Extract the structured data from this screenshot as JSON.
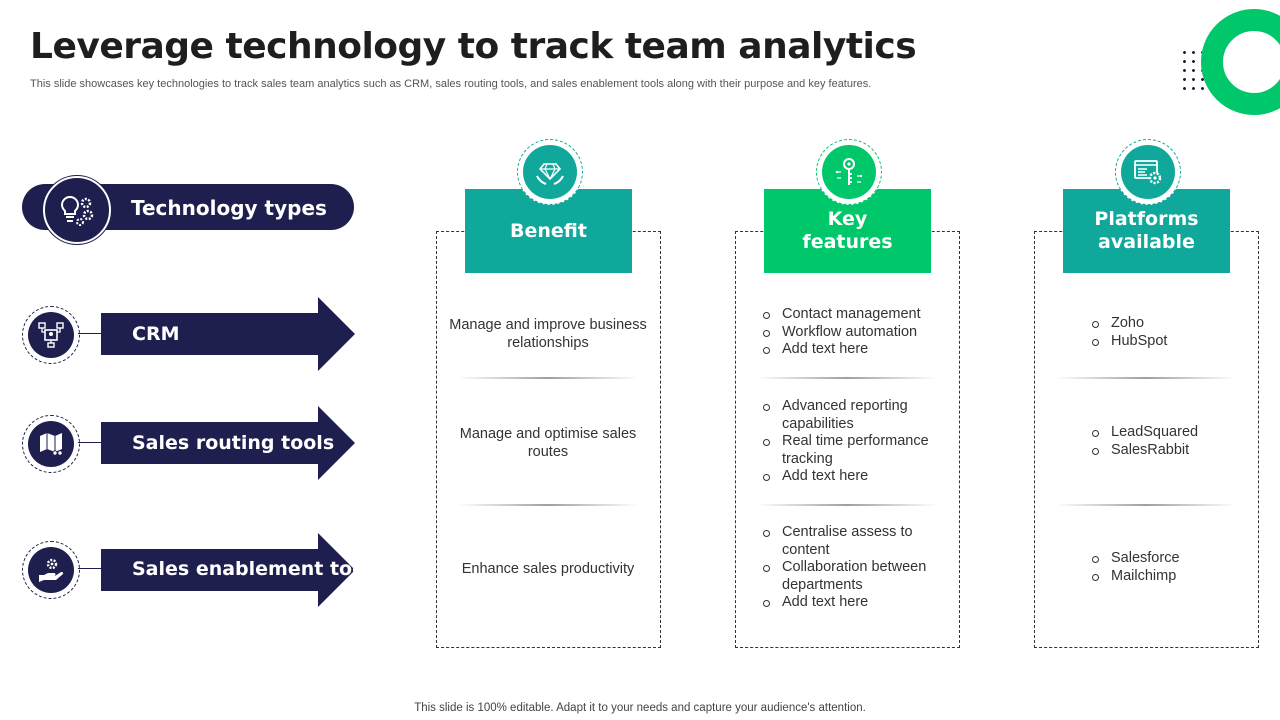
{
  "title": "Leverage technology to track team analytics",
  "subtitle": "This slide showcases key technologies to track sales team analytics such as CRM, sales routing tools, and sales enablement tools along with their purpose and key features.",
  "footer": "This slide is 100% editable. Adapt it to your needs and capture your audience's attention.",
  "colors": {
    "navy": "#1f1f4f",
    "teal": "#0fa89b",
    "green": "#00c76a"
  },
  "header_pill": {
    "label": "Technology types",
    "icon": "lightbulb-gears-icon"
  },
  "rows": [
    {
      "label": "CRM",
      "icon": "crm-network-icon"
    },
    {
      "label": "Sales routing tools",
      "icon": "route-map-icon"
    },
    {
      "label": "Sales enablement tools",
      "icon": "hand-gear-icon"
    }
  ],
  "columns": [
    {
      "header": "Benefit",
      "icon": "diamond-hands-icon",
      "color": "#0fa89b",
      "cells": [
        "Manage and improve business relationships",
        "Manage and optimise sales routes",
        "Enhance sales productivity"
      ]
    },
    {
      "header": "Key\nfeatures",
      "icon": "key-circuit-icon",
      "color": "#00c76a",
      "cells": [
        [
          "Contact management",
          "Workflow automation",
          "Add text here"
        ],
        [
          "Advanced reporting capabilities",
          "Real time performance tracking",
          "Add text here"
        ],
        [
          "Centralise assess to content",
          "Collaboration between departments",
          "Add text here"
        ]
      ]
    },
    {
      "header": "Platforms\navailable",
      "icon": "web-settings-icon",
      "color": "#0fa89b",
      "cells": [
        [
          "Zoho",
          "HubSpot"
        ],
        [
          "LeadSquared",
          "SalesRabbit"
        ],
        [
          "Salesforce",
          "Mailchimp"
        ]
      ]
    }
  ]
}
